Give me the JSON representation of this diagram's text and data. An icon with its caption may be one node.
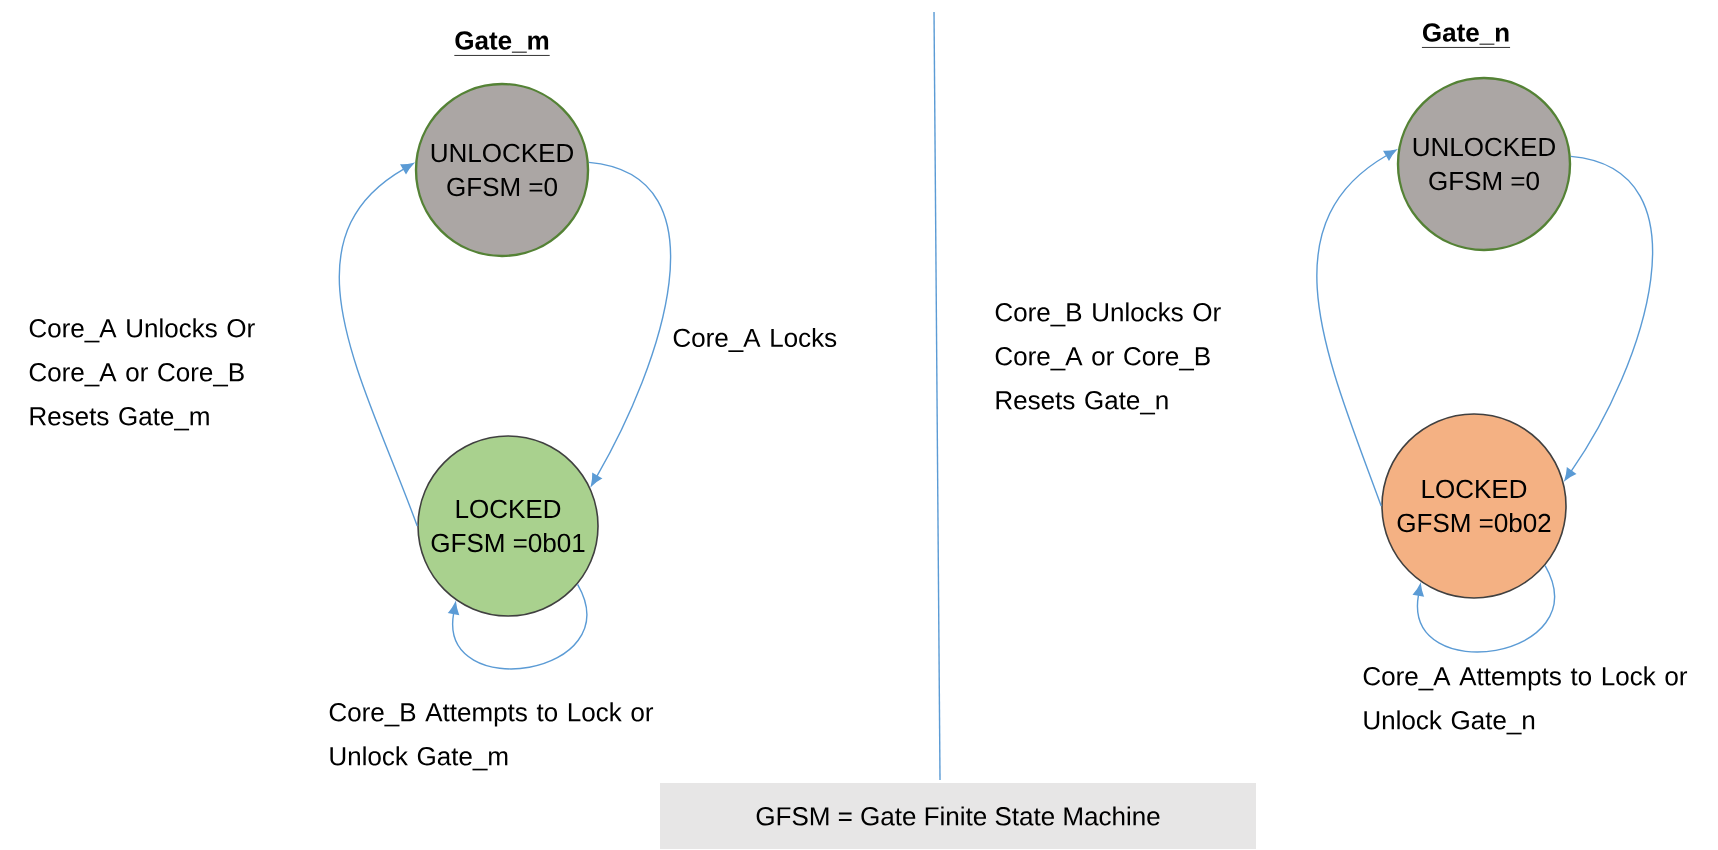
{
  "diagram": {
    "nodes": [
      {
        "text": [
          "UNLOCKED",
          "GFSM =0"
        ]
      },
      {
        "text": [
          "LOCKED",
          "GFSM =0b01"
        ]
      },
      {
        "text": [
          "UNLOCKED",
          "GFSM =0"
        ]
      },
      {
        "text": [
          "LOCKED",
          "GFSM =0b02"
        ]
      },
      {
        "text": [
          "GFSM = Gate Finite State Machine"
        ]
      }
    ],
    "edges": [
      {
        "from": 0,
        "to": 1,
        "arrow": "to",
        "label": "Core_A Locks"
      },
      {
        "from": 1,
        "to": 0,
        "arrow": "to",
        "label": "Core_A Unlocks Or Core_A or Core_B Resets Gate_m"
      },
      {
        "from": 1,
        "to": 1,
        "arrow": "to",
        "label": "Core_B Attempts to Lock or Unlock Gate_m"
      },
      {
        "from": 2,
        "to": 3,
        "arrow": "to"
      },
      {
        "from": 3,
        "to": 2,
        "arrow": "to",
        "label": "Core_B Unlocks Or Core_A or Core_B Resets Gate_n"
      },
      {
        "from": 3,
        "to": 3,
        "arrow": "to",
        "label": "Core_A Attempts to Lock or Unlock Gate_n"
      }
    ],
    "labels": [
      "Gate_m",
      "Gate_n"
    ]
  }
}
